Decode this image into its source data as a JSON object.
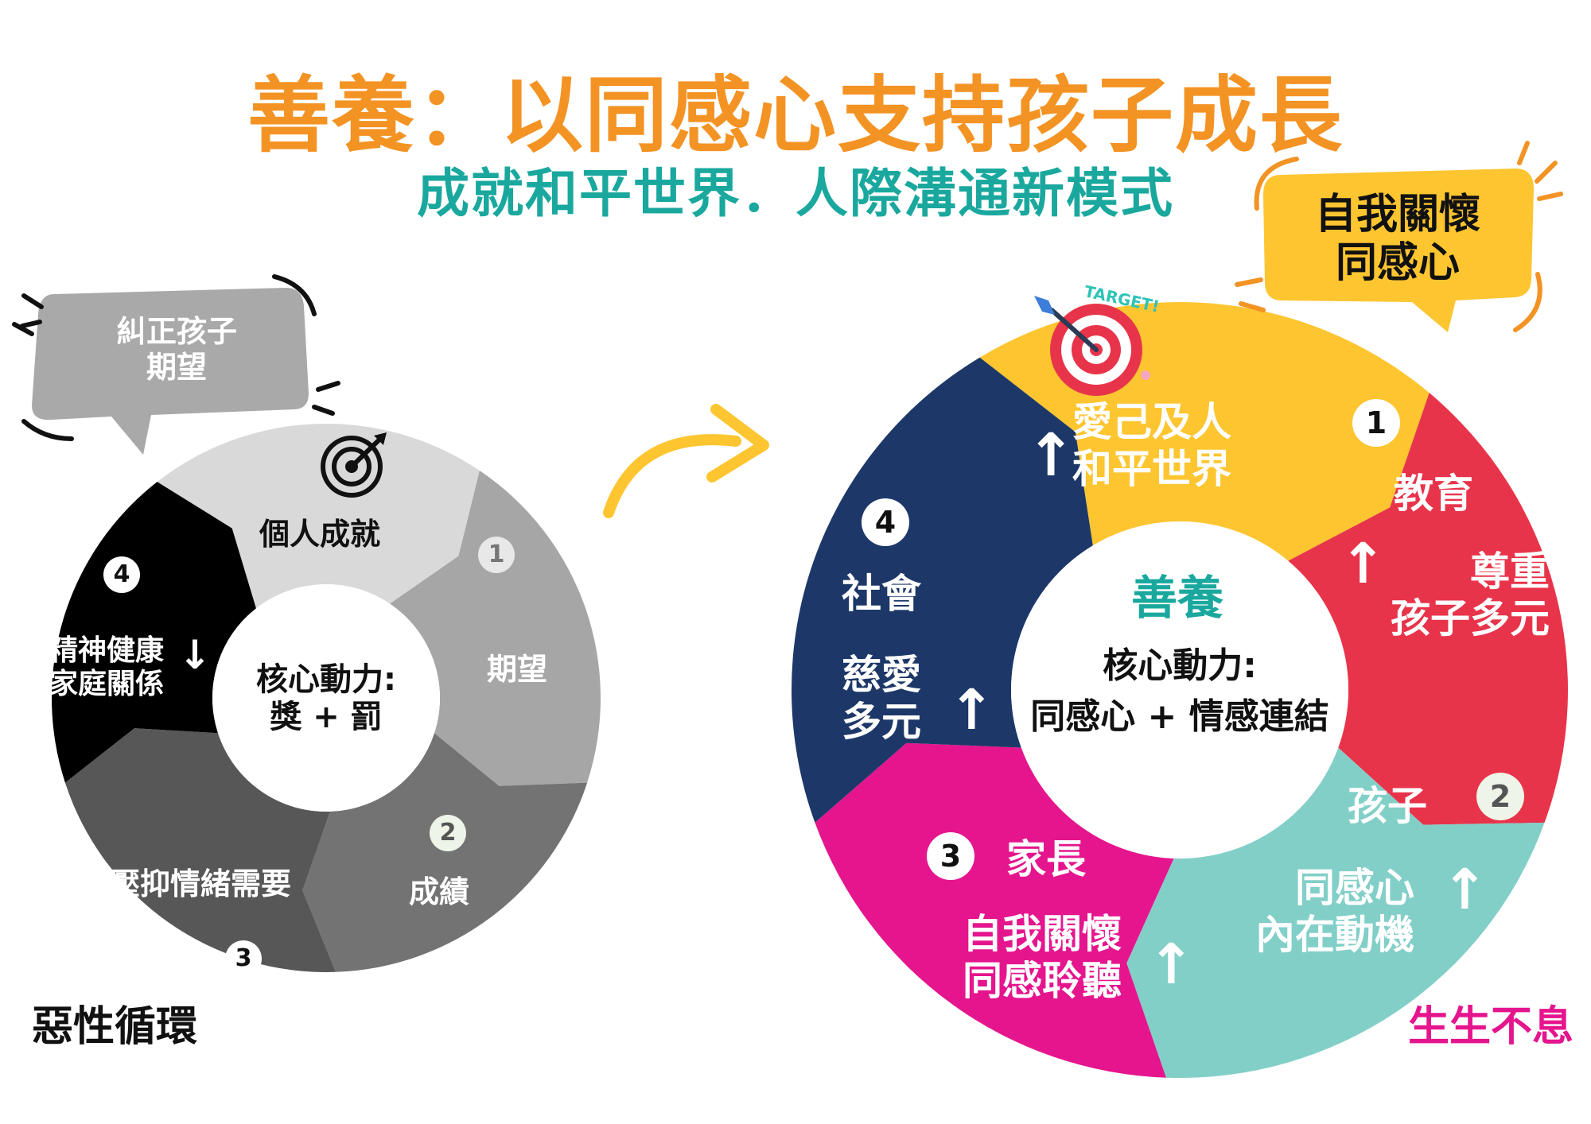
{
  "title": "善養：以同感心支持孩子成長",
  "subtitle": "成就和平世界．人際溝通新模式",
  "left_cycle": {
    "bubble": "糾正孩子\n期望",
    "center": "核心動力:\n獎 + 罰",
    "caption": "惡性循環",
    "segments": [
      {
        "label": "個人成就",
        "color": "#D9D9D9"
      },
      {
        "number": "1",
        "label": "期望",
        "color": "#A6A6A6"
      },
      {
        "number": "2",
        "label": "成績",
        "color": "#737373"
      },
      {
        "number": "3",
        "label": "壓抑情緒需要",
        "color": "#575757"
      },
      {
        "number": "4",
        "label": "精神健康\n家庭關係",
        "arrow": "↓",
        "color": "#000000"
      }
    ]
  },
  "right_cycle": {
    "bubble": "自我關懷\n同感心",
    "center_title": "善養",
    "center": "核心動力:\n同感心 + 情感連結",
    "caption": "生生不息",
    "target_text": "TARGET!",
    "segments": [
      {
        "label": "愛己及人\n和平世界",
        "arrow": "↑",
        "color": "#FDC530"
      },
      {
        "number": "1",
        "heading": "教育",
        "label": "尊重\n孩子多元",
        "arrow": "↑",
        "color": "#E8344A"
      },
      {
        "number": "2",
        "heading": "孩子",
        "label": "同感心\n內在動機",
        "arrow": "↑",
        "color": "#82CFC8"
      },
      {
        "number": "3",
        "heading": "家長",
        "label": "自我關懷\n同感聆聽",
        "arrow": "↑",
        "color": "#E5158E"
      },
      {
        "number": "4",
        "heading": "社會",
        "label": "慈愛\n多元",
        "arrow": "↑",
        "color": "#1D3868"
      }
    ]
  }
}
